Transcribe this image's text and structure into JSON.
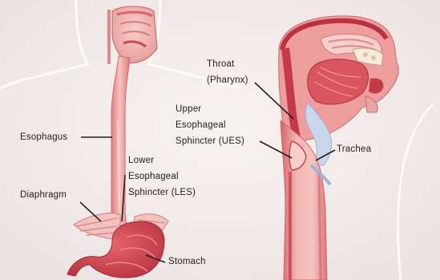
{
  "labels": {
    "esophagus": "Esophagus",
    "diaphragm": "Diaphragm",
    "les": [
      "Lower",
      "Esophageal",
      "Sphincter (LES)"
    ],
    "stomach": "Stomach",
    "throat": [
      "Throat",
      "(Pharynx)"
    ],
    "ues": [
      "Upper",
      "Esophageal",
      "Sphincter (UES)"
    ],
    "trachea": "Trachea"
  },
  "colors": {
    "background": "#f5f0ee",
    "tissue_light": "#f2b7b4",
    "tissue": "#e58a8a",
    "tissue_dark": "#c9444f",
    "muscle": "#d9565f",
    "airway_blue": "#c9d6ec",
    "leader_line": "#222222"
  }
}
